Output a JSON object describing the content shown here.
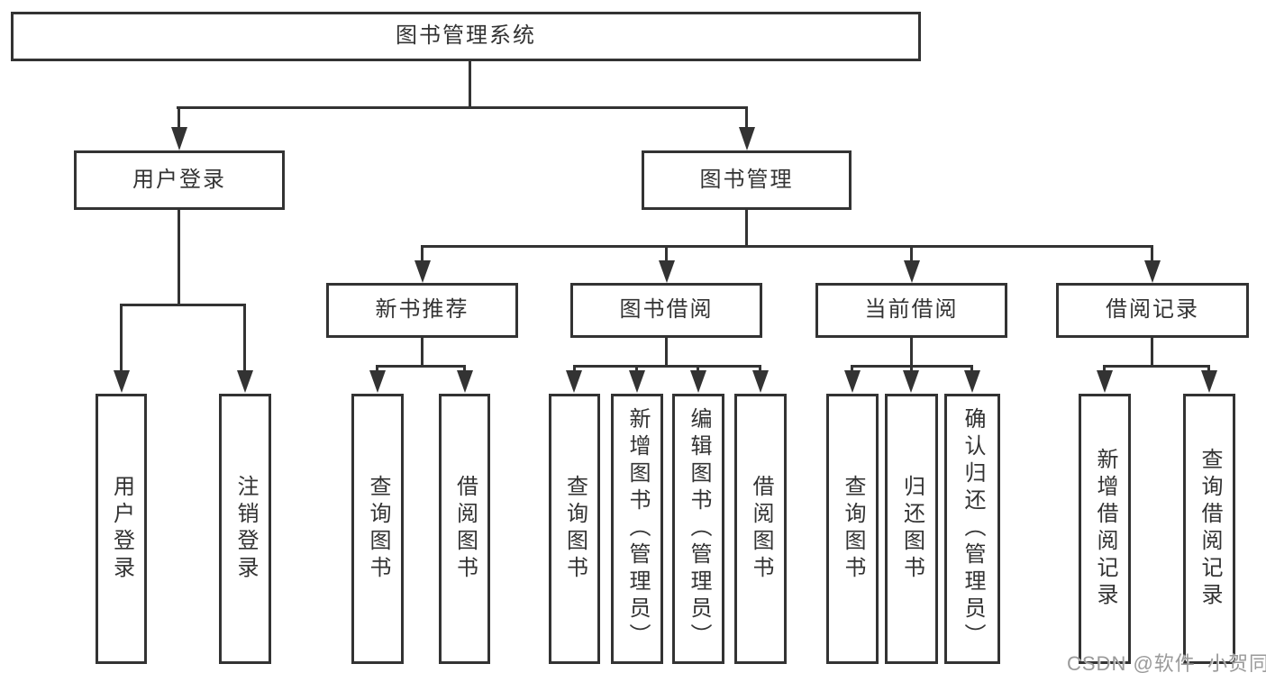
{
  "watermark": {
    "text": "CSDN @软件_小贺同学"
  },
  "colors": {
    "line": "#333333",
    "text": "#333333",
    "box_background": "#ffffff",
    "page_background": "#ffffff",
    "watermark": "#9a9a9a"
  },
  "nodes": {
    "root": {
      "label": "图书管理系统"
    },
    "user_login": {
      "label": "用户登录"
    },
    "book_management": {
      "label": "图书管理"
    },
    "new_book_recommend": {
      "label": "新书推荐"
    },
    "book_borrowing": {
      "label": "图书借阅"
    },
    "current_borrowing": {
      "label": "当前借阅"
    },
    "borrowing_records": {
      "label": "借阅记录"
    },
    "leaf_user_login": {
      "label": "用户登录"
    },
    "leaf_logout": {
      "label": "注销登录"
    },
    "leaf_recommend_query_books": {
      "label": "查询图书"
    },
    "leaf_recommend_borrow_books": {
      "label": "借阅图书"
    },
    "leaf_borrowing_query_books": {
      "label": "查询图书"
    },
    "leaf_borrowing_add_books": {
      "label": "新增图书（管理员）"
    },
    "leaf_borrowing_edit_books": {
      "label": "编辑图书（管理员）"
    },
    "leaf_borrowing_borrow_books": {
      "label": "借阅图书"
    },
    "leaf_current_query_books": {
      "label": "查询图书"
    },
    "leaf_current_return_books": {
      "label": "归还图书"
    },
    "leaf_current_confirm_return": {
      "label": "确认归还（管理员）"
    },
    "leaf_records_add_record": {
      "label": "新增借阅记录"
    },
    "leaf_records_query_record": {
      "label": "查询借阅记录"
    }
  }
}
